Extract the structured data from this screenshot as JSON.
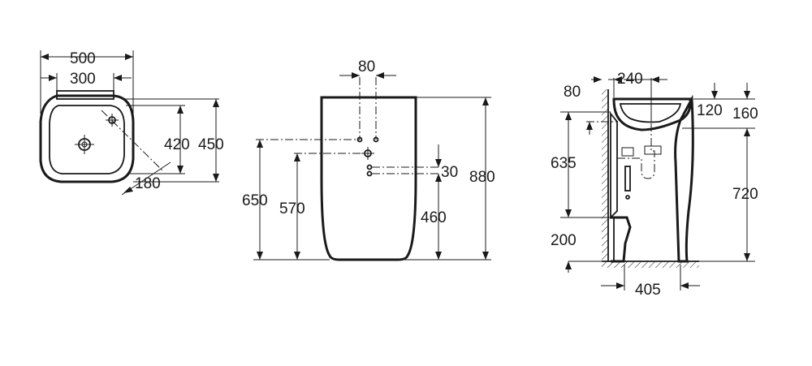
{
  "top_view": {
    "width_overall": "500",
    "width_inner": "300",
    "depth_inner": "420",
    "depth_overall": "450",
    "angle": "180"
  },
  "front_view": {
    "spacing": "80",
    "height_total": "880",
    "height_a": "650",
    "height_b": "570",
    "offset": "30",
    "height_c": "460"
  },
  "side_view": {
    "wall_gap": "80",
    "depth": "240",
    "rim_a": "120",
    "rim_b": "160",
    "height_a": "635",
    "height_b": "720",
    "height_c": "200",
    "base_depth": "405"
  }
}
